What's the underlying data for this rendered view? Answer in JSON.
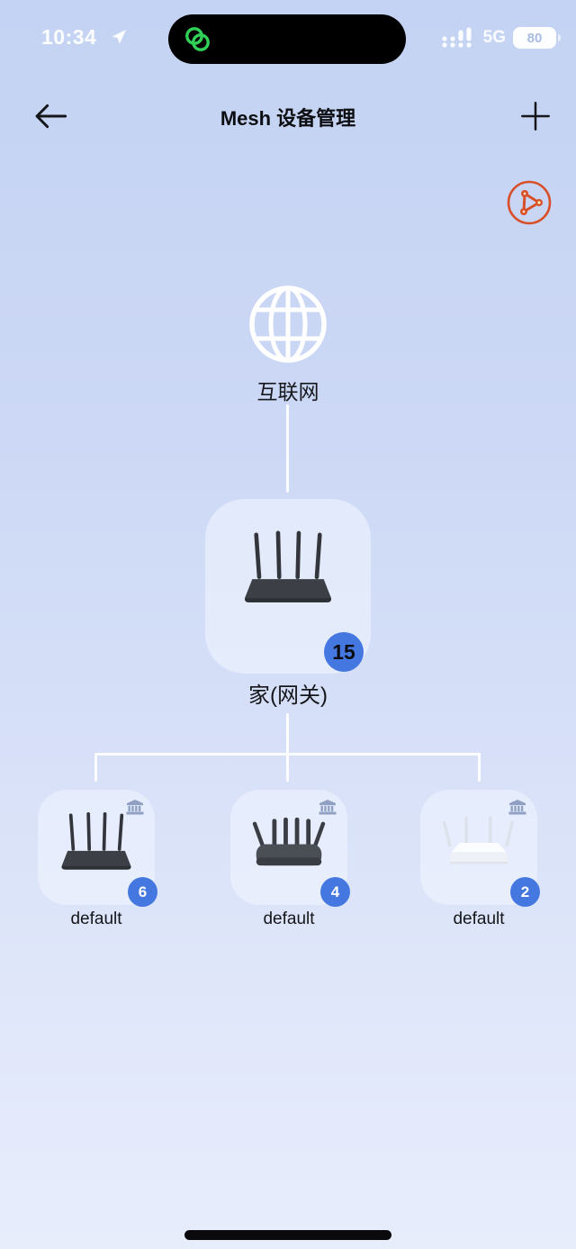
{
  "status_bar": {
    "time": "10:34",
    "network": "5G",
    "battery_percent": "80"
  },
  "header": {
    "title": "Mesh 设备管理"
  },
  "topology": {
    "internet_label": "互联网",
    "gateway": {
      "label": "家(网关)",
      "client_count": "15"
    },
    "children": [
      {
        "label": "default",
        "client_count": "6"
      },
      {
        "label": "default",
        "client_count": "4"
      },
      {
        "label": "default",
        "client_count": "2"
      }
    ]
  },
  "colors": {
    "badge-blue": "#4478e0",
    "accent-orange": "#d8502a",
    "island-green": "#31d158",
    "line-white": "#ffffff",
    "label-dark": "#15161a"
  }
}
